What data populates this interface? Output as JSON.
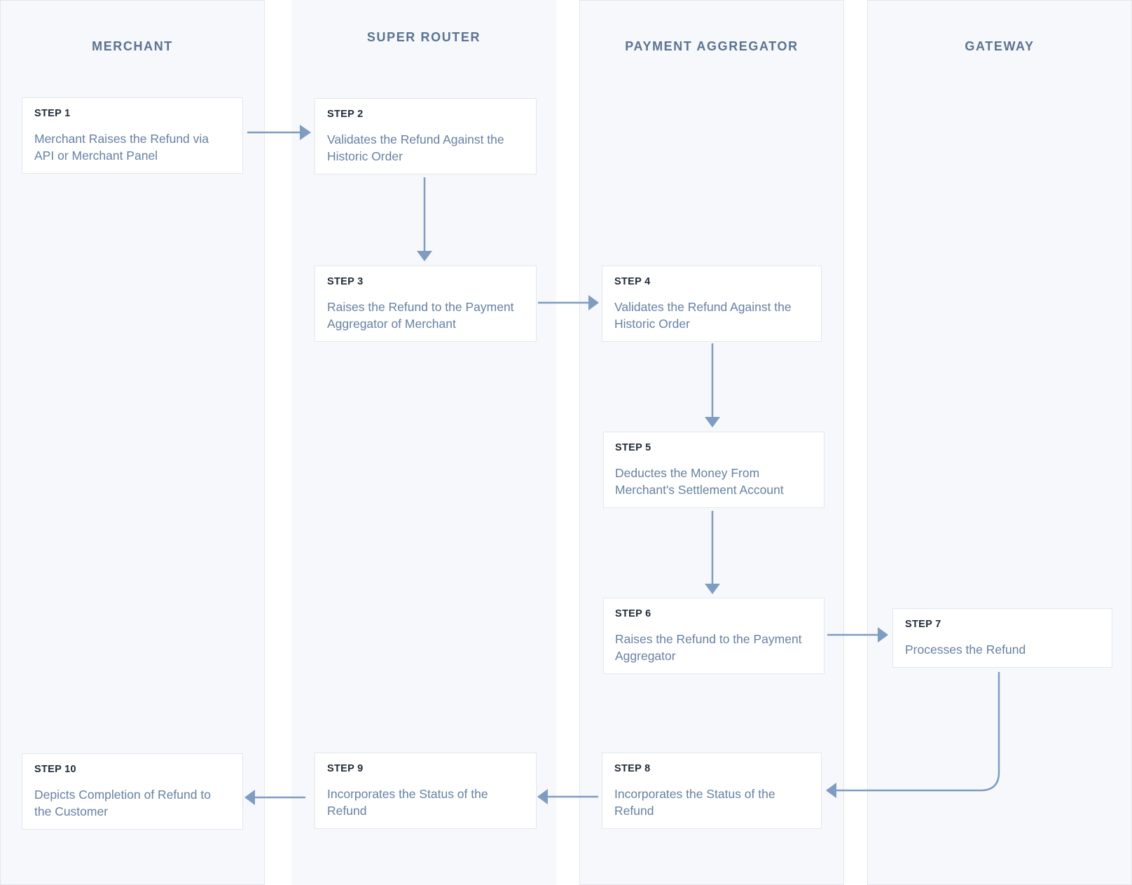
{
  "lanes": {
    "merchant": "MERCHANT",
    "super_router": "SUPER ROUTER",
    "payment_aggregator": "PAYMENT AGGREGATOR",
    "gateway": "GATEWAY"
  },
  "steps": [
    {
      "label": "STEP 1",
      "text": "Merchant Raises the Refund via API or Merchant Panel"
    },
    {
      "label": "STEP 2",
      "text": "Validates the Refund Against the Historic Order"
    },
    {
      "label": "STEP 3",
      "text": "Raises the Refund to the Payment Aggregator of Merchant"
    },
    {
      "label": "STEP 4",
      "text": "Validates the Refund Against the Historic Order"
    },
    {
      "label": "STEP 5",
      "text": "Deductes the Money From Merchant's Settlement Account"
    },
    {
      "label": "STEP 6",
      "text": "Raises the Refund to the Payment Aggregator"
    },
    {
      "label": "STEP 7",
      "text": "Processes the Refund"
    },
    {
      "label": "STEP 8",
      "text": "Incorporates the Status of the Refund"
    },
    {
      "label": "STEP 9",
      "text": "Incorporates the Status of the Refund"
    },
    {
      "label": "STEP 10",
      "text": "Depicts Completion of Refund to the Customer"
    }
  ],
  "colors": {
    "lane_background": "#f6f8fb",
    "card_border": "#e1e6ee",
    "arrow": "#7f9cc2",
    "step_label": "#1f2a37",
    "step_text": "#6781a2",
    "lane_title": "#5a7391"
  }
}
